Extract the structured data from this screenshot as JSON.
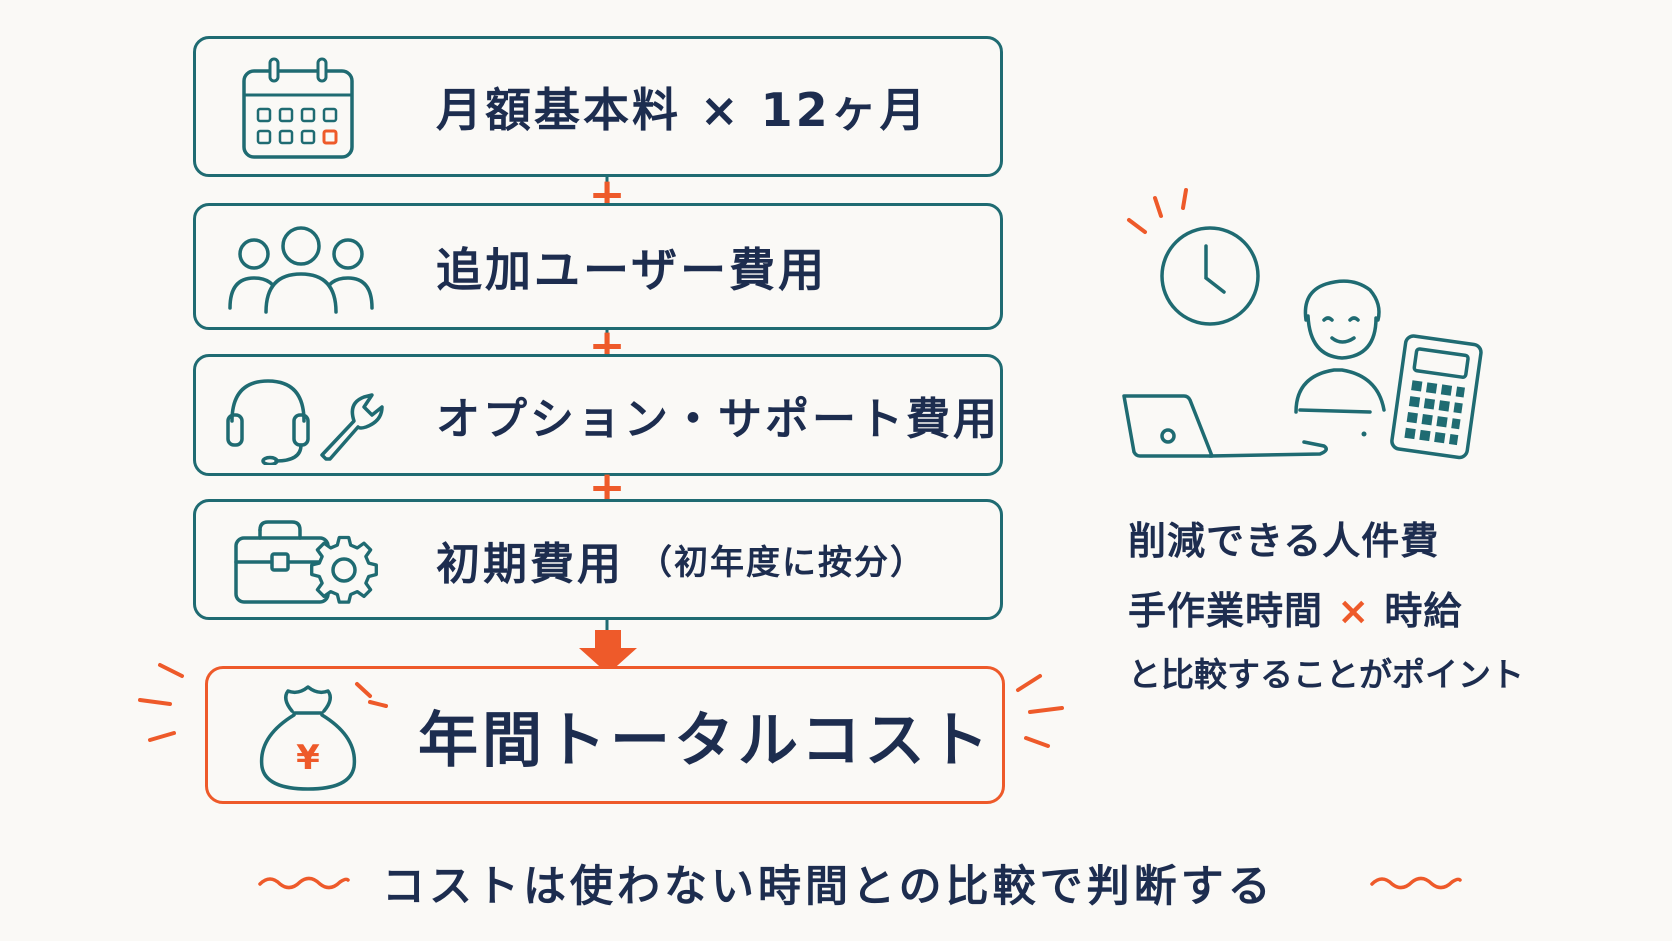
{
  "flow": {
    "items": [
      {
        "label": "月額基本料 × 12ヶ月",
        "icon": "calendar-icon"
      },
      {
        "label": "追加ユーザー費用",
        "icon": "users-icon"
      },
      {
        "label": "オプション・サポート費用",
        "icon": "headset-wrench-icon"
      },
      {
        "label": "初期費用",
        "sub": "（初年度に按分）",
        "icon": "briefcase-gear-icon"
      }
    ],
    "operator": "+",
    "result": {
      "label": "年間トータルコスト",
      "icon": "money-bag-yen-icon",
      "symbol": "¥"
    }
  },
  "side": {
    "line1": "削減できる人件費",
    "line2a": "手作業時間",
    "line2_op": "×",
    "line2b": "時給",
    "line3": "と比較することがポイント",
    "icons": [
      "clock-icon",
      "person-laptop-icon",
      "calculator-icon"
    ]
  },
  "footer": {
    "text": "コストは使わない時間との比較で判断する"
  },
  "colors": {
    "teal": "#1f6b72",
    "orange": "#ee5a2a",
    "navy": "#1d2d4f",
    "background": "#faf9f6"
  }
}
